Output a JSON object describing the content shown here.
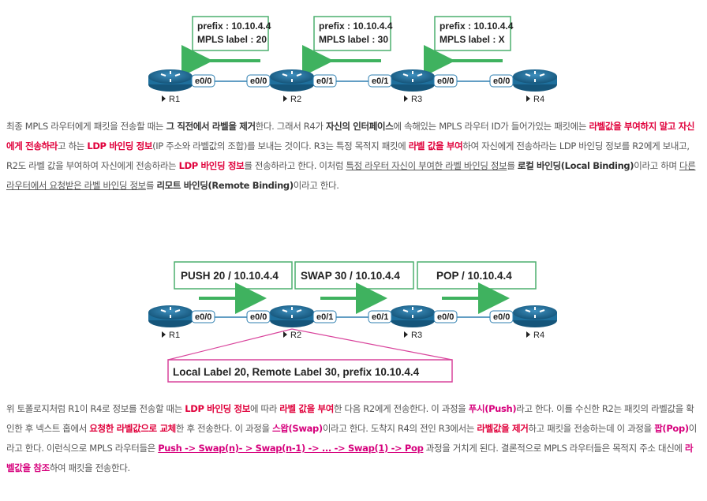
{
  "diagram1": {
    "labels": [
      {
        "prefix": "prefix : 10.10.4.4",
        "mpls": "MPLS label : 20"
      },
      {
        "prefix": "prefix : 10.10.4.4",
        "mpls": "MPLS label : 30"
      },
      {
        "prefix": "prefix : 10.10.4.4",
        "mpls": "MPLS label : X"
      }
    ],
    "routers": [
      "R1",
      "R2",
      "R3",
      "R4"
    ],
    "interfaces": [
      "e0/0",
      "e0/0",
      "e0/1",
      "e0/1",
      "e0/0",
      "e0/0"
    ]
  },
  "paragraph1": {
    "s1": "최종 MPLS 라우터에게 패킷을 전송할 때는 ",
    "s2": "그 직전에서 라벨을 제거",
    "s3": "한다. 그래서 R4가 ",
    "s4": "자신의 인터페이스",
    "s5": "에 속해있는 MPLS 라우터 ID가 들어가있는 패킷에는 ",
    "s6": "라벨값을 부여하지 말고 자신에게 전송하라",
    "s7": "고 하는 ",
    "s8": "LDP 바인딩 정보",
    "s9": "(IP 주소와 라벨값의 조합)를 보내는 것이다. R3는 특정 목적지 패킷에 ",
    "s10": "라벨 값을 부여",
    "s11": "하여 자신에게 전송하라는 LDP 바인딩 정보를 R2에게 보내고, R2도 라벨 값을 부여하여 자신에게 전송하라는 ",
    "s12": "LDP 바인딩 정보",
    "s13": "를 전송하라고 한다. 이처럼 ",
    "s14": "특정 라우터 자신이 부여한 라벨 바인딩 정보",
    "s15": "를 ",
    "s16": "로컬 바인딩(Local Binding)",
    "s17": "이라고 하며 ",
    "s18": "다른 라우터에서 요청받은 라벨 바인딩 정보",
    "s19": "를 ",
    "s20": "리모트 바인딩(Remote Binding)",
    "s21": "이라고 한다."
  },
  "diagram2": {
    "ops": [
      "PUSH 20 / 10.10.4.4",
      "SWAP 30 / 10.10.4.4",
      "POP / 10.10.4.4"
    ],
    "routers": [
      "R1",
      "R2",
      "R3",
      "R4"
    ],
    "interfaces": [
      "e0/0",
      "e0/0",
      "e0/1",
      "e0/1",
      "e0/0",
      "e0/0"
    ],
    "callout": "Local Label 20, Remote Label 30, prefix 10.10.4.4"
  },
  "paragraph2": {
    "s1": "위 토폴로지처럼 R1이 R4로 정보를 전송할 때는 ",
    "s2": "LDP 바인딩 정보",
    "s3": "에 따라 ",
    "s4": "라벨 값을 부여",
    "s5": "한 다음 R2에게 전송한다. 이 과정을 ",
    "s6": "푸시(Push)",
    "s7": "라고 한다. 이를 수신한 R2는 패킷의 라벨값을 확인한 후 넥스트 홉에서 ",
    "s8": "요청한 라벨값으로 교체",
    "s9": "한 후 전송한다. 이 과정을 ",
    "s10": "스왑(Swap)",
    "s11": "이라고 한다. 도착지 R4의 전인 R3에서는 ",
    "s12": "라벨값을 제거",
    "s13": "하고 패킷을 전송하는데 이 과정을 ",
    "s14": "팝(Pop)",
    "s15": "이라고 한다. 이런식으로 MPLS 라우터들은 ",
    "s16": "Push -> Swap(n)- > Swap(n-1) -> ... -> Swap(1) -> Pop",
    "s17": " 과정을 거치게 된다. 결론적으로 MPLS 라우터들은 목적지 주소 대신에 ",
    "s18": "라벨값을 참조",
    "s19": "하여 패킷을 전송한다."
  },
  "colors": {
    "router": "#1e6f9c",
    "box_border": "#4caf6e",
    "arrow": "#3fb25f",
    "emphasis_red": "#e0003b",
    "emphasis_magenta": "#d6007c",
    "callout_border": "#d9449c"
  }
}
